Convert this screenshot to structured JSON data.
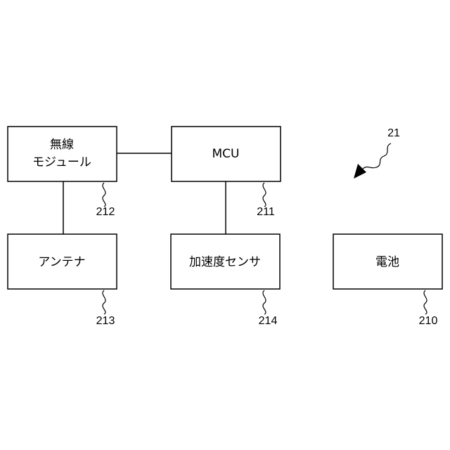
{
  "blocks": {
    "wireless_module": {
      "line1": "無線",
      "line2": "モジュール",
      "ref": "212"
    },
    "mcu": {
      "label": "MCU",
      "ref": "211"
    },
    "antenna": {
      "label": "アンテナ",
      "ref": "213"
    },
    "accelerometer": {
      "label": "加速度センサ",
      "ref": "214"
    },
    "battery": {
      "label": "電池",
      "ref": "210"
    }
  },
  "device_ref": "21"
}
